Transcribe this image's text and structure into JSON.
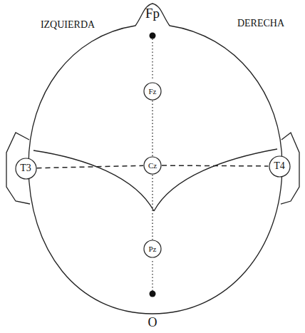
{
  "diagram": {
    "nodes": [
      {
        "text": [
          "Fz"
        ]
      },
      {
        "text": [
          "T3"
        ]
      },
      {
        "text": [
          "Cz"
        ]
      },
      {
        "text": [
          "T4"
        ]
      },
      {
        "text": [
          "Pz"
        ]
      }
    ],
    "edges": [
      {
        "from": 1,
        "to": 2,
        "arrow": "none"
      },
      {
        "from": 2,
        "to": 3,
        "arrow": "none"
      },
      {
        "from": 0,
        "to": 2,
        "arrow": "none"
      },
      {
        "from": 2,
        "to": 4,
        "arrow": "none"
      }
    ],
    "labels": [
      "IZQUIERDA",
      "DERECHA",
      "Fp",
      "O"
    ]
  }
}
